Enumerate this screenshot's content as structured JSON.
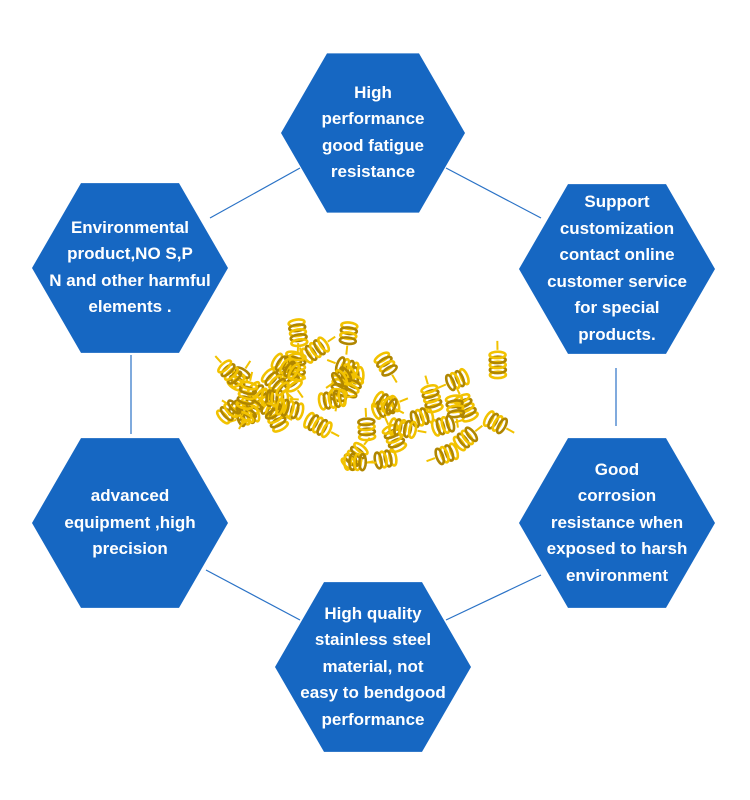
{
  "colors": {
    "hexagon_fill": "#1667c2",
    "connector_line": "#2a72c6",
    "label_text": "#ffffff",
    "spring_gold": "#f2c200",
    "spring_shadow": "#b08600"
  },
  "nodes": [
    {
      "id": "high-performance",
      "text": "High\nperformance\ngood fatigue\nresistance"
    },
    {
      "id": "customization",
      "text": "Support\ncustomization\ncontact online\ncustomer service\nfor special\nproducts."
    },
    {
      "id": "corrosion",
      "text": "Good\ncorrosion\nresistance when\nexposed to harsh\nenvironment"
    },
    {
      "id": "material",
      "text": "High quality\nstainless steel\nmaterial, not\neasy to bendgood\nperformance"
    },
    {
      "id": "precision",
      "text": "advanced\nequipment ,high\nprecision"
    },
    {
      "id": "environmental",
      "text": "Environmental\nproduct,NO S,P\nN and other harmful\nelements ."
    }
  ],
  "center_image": {
    "icon": "gold-coil-springs-cluster"
  }
}
